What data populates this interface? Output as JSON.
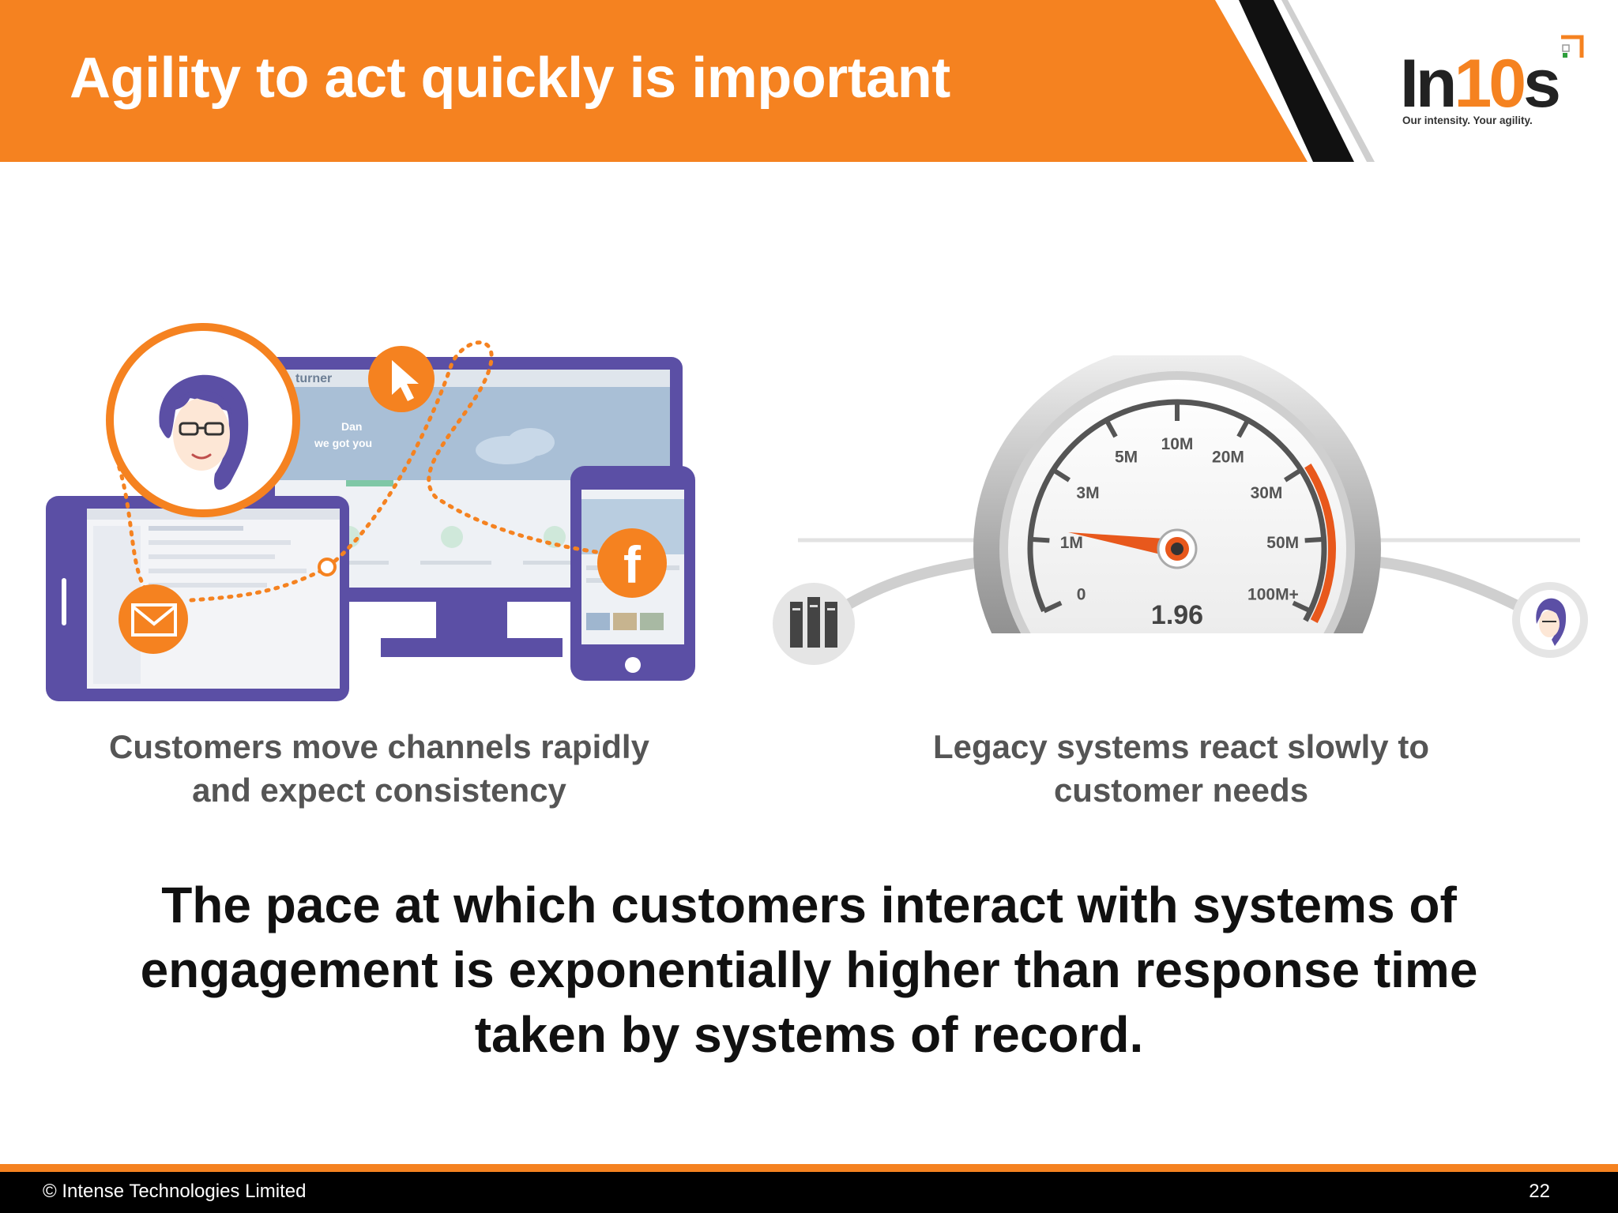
{
  "header": {
    "title": "Agility to act quickly is important",
    "brand_color": "#f58220"
  },
  "logo": {
    "prefix": "In",
    "highlight": "10",
    "suffix": "s",
    "tagline": "Our intensity. Your agility."
  },
  "illustration_left": {
    "icons": [
      "user-avatar-icon",
      "cursor-icon",
      "mail-icon",
      "facebook-icon",
      "tablet-icon",
      "monitor-icon",
      "phone-icon"
    ],
    "facebook_letter": "f",
    "screen_brand": "turner",
    "screen_headline_1": "Dan",
    "screen_headline_2": "we got you"
  },
  "illustration_right": {
    "gauge_labels": [
      "0",
      "1M",
      "3M",
      "5M",
      "10M",
      "20M",
      "30M",
      "50M",
      "100M+"
    ],
    "gauge_readout": "1.96",
    "needle_color": "#e8581c",
    "icons": [
      "server-icon",
      "user-avatar-icon"
    ]
  },
  "captions": {
    "left_line1": "Customers move channels rapidly",
    "left_line2": "and expect consistency",
    "right_line1": "Legacy systems react slowly to",
    "right_line2": "customer needs"
  },
  "statement": {
    "line1": "The pace at which customers interact with systems of",
    "line2": "engagement is exponentially higher than response time",
    "line3": "taken by systems of record."
  },
  "footer": {
    "copyright": "© Intense Technologies Limited",
    "page_number": "22"
  }
}
